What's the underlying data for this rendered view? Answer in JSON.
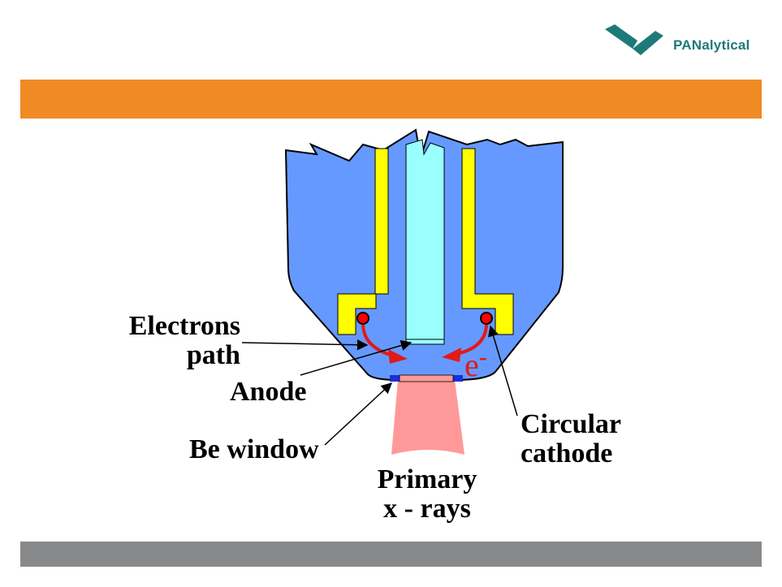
{
  "brand": {
    "name": "PANalytical",
    "logo_mark_color": "#1e7a78"
  },
  "colors": {
    "header_bar": "#f08a24",
    "footer_bar": "#87898b",
    "tube_body": "#6699ff",
    "anode_column": "#99ffff",
    "cathode_electrode": "#ffff00",
    "electron_path": "#e11a1a",
    "be_window": "#1a2fd6",
    "xray_beam": "#ff9999"
  },
  "labels": {
    "electrons_path_line1": "Electrons",
    "electrons_path_line2": "path",
    "anode": "Anode",
    "be_window": "Be window",
    "circular_cathode_line1": "Circular",
    "circular_cathode_line2": "cathode",
    "primary_xrays_line1": "Primary",
    "primary_xrays_line2": "x - rays",
    "electron_symbol": "e",
    "electron_charge": "-"
  }
}
